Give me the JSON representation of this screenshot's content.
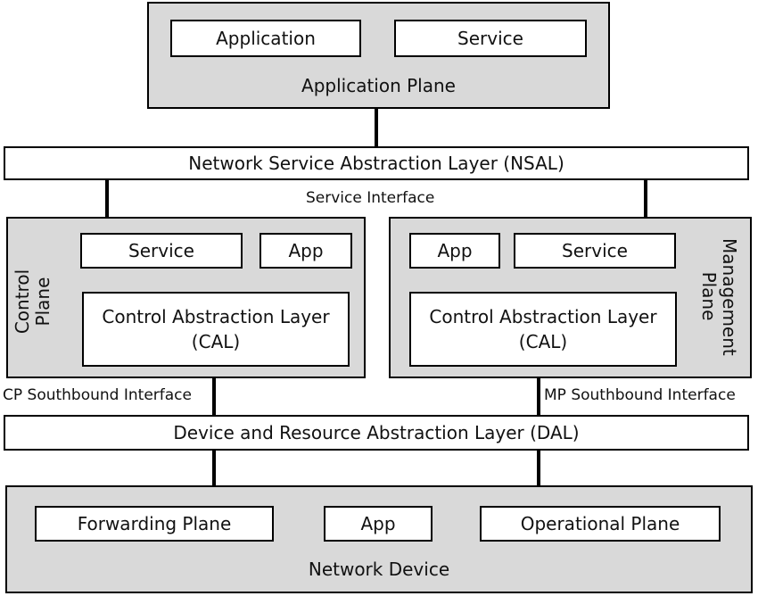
{
  "application_plane": {
    "title": "Application Plane",
    "items": [
      "Application",
      "Service"
    ]
  },
  "nsal": {
    "label": "Network Service Abstraction Layer (NSAL)"
  },
  "service_interface": {
    "label": "Service Interface"
  },
  "control_plane": {
    "title_line1": "Control",
    "title_line2": "Plane",
    "service": "Service",
    "app": "App",
    "cal_line1": "Control Abstraction Layer",
    "cal_line2": "(CAL)"
  },
  "management_plane": {
    "title_line1": "Management",
    "title_line2": "Plane",
    "app": "App",
    "service": "Service",
    "cal_line1": "Control Abstraction Layer",
    "cal_line2": "(CAL)"
  },
  "cp_southbound": {
    "label": "CP Southbound Interface"
  },
  "mp_southbound": {
    "label": "MP Southbound Interface"
  },
  "dal": {
    "label": "Device and Resource Abstraction Layer (DAL)"
  },
  "network_device": {
    "title": "Network Device",
    "forwarding": "Forwarding Plane",
    "app": "App",
    "operational": "Operational Plane"
  }
}
